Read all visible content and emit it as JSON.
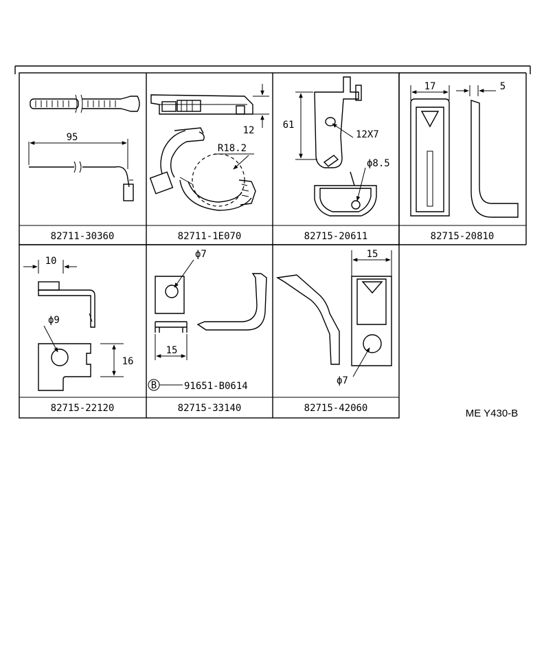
{
  "sheet_code": "ME Y430-B",
  "cells": [
    {
      "part_number": "82711-30360",
      "dims": [
        "95"
      ]
    },
    {
      "part_number": "82711-1E070",
      "dims": [
        "12",
        "R18.2"
      ]
    },
    {
      "part_number": "82715-20611",
      "dims": [
        "61",
        "12X7",
        "ϕ8.5"
      ]
    },
    {
      "part_number": "82715-20810",
      "dims": [
        "17",
        "5"
      ]
    },
    {
      "part_number": "82715-22120",
      "dims": [
        "10",
        "ϕ9",
        "16"
      ]
    },
    {
      "part_number": "82715-33140",
      "dims": [
        "ϕ7",
        "15"
      ],
      "bolt": {
        "marker": "B",
        "part_number": "91651-B0614"
      }
    },
    {
      "part_number": "82715-42060",
      "dims": [
        "15",
        "ϕ7"
      ]
    }
  ]
}
